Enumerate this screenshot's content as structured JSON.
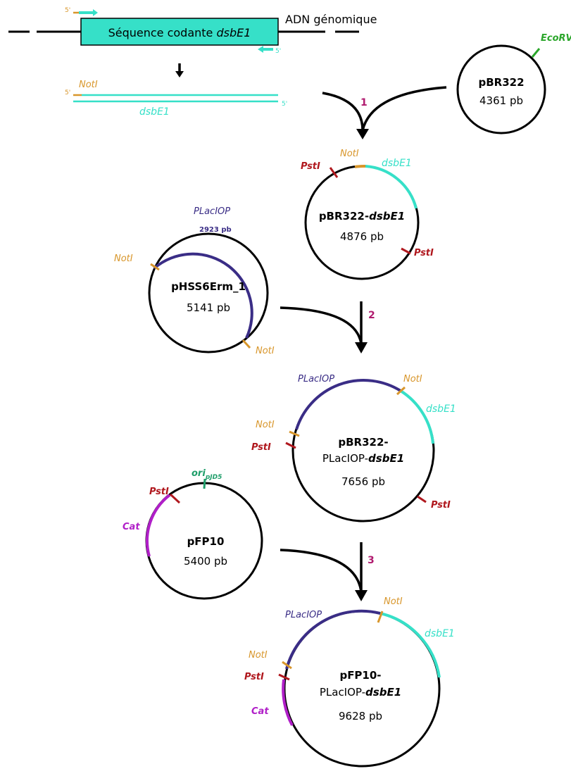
{
  "colors": {
    "notI": "#d8962b",
    "pstI": "#b0181e",
    "ecoRV": "#2ba62b",
    "dsbE1": "#36e0c8",
    "plac": "#3a2d86",
    "cat": "#b01fc8",
    "ori": "#1f9e6a",
    "step": "#b01a6e",
    "black": "#000000"
  },
  "gene": {
    "label_prefix": "Séquence codante ",
    "label_gene": "dsbE1",
    "genomic": "ADN génomique",
    "five_prime": "5'",
    "product_notI": "NotI",
    "product_gene": "dsbE1"
  },
  "steps": [
    "1",
    "2",
    "3"
  ],
  "plasmids": {
    "pbr322": {
      "name": "pBR322",
      "size": "4361 pb",
      "site": "EcoRV"
    },
    "pbr_dsbe1": {
      "name_main": "pBR322-",
      "name_gene": "dsbE1",
      "size": "4876 pb",
      "pst1": "PstI",
      "not": "NotI",
      "dsb": "dsbE1",
      "pst2": "PstI"
    },
    "phss": {
      "name": "pHSS6Erm_1",
      "size": "5141 pb",
      "plac": "PLacIOP",
      "plac_size": "2923 pb",
      "not1": "NotI",
      "not2": "NotI"
    },
    "pbr_plac": {
      "line1": "pBR322-",
      "line2_main": "PLacIOP-",
      "line2_gene": "dsbE1",
      "size": "7656 pb",
      "plac": "PLacIOP",
      "not_top": "NotI",
      "dsb": "dsbE1",
      "not_left": "NotI",
      "pst_left": "PstI",
      "pst_right": "PstI"
    },
    "pfp10": {
      "name": "pFP10",
      "size": "5400 pb",
      "pst": "PstI",
      "ori": "ori",
      "ori_sub": "pJD5",
      "cat": "Cat"
    },
    "final": {
      "line1": "pFP10-",
      "line2_main": "PLacIOP-",
      "line2_gene": "dsbE1",
      "size": "9628 pb",
      "plac": "PLacIOP",
      "not_top": "NotI",
      "dsb": "dsbE1",
      "not_left": "NotI",
      "pst_left": "PstI",
      "cat": "Cat"
    }
  }
}
